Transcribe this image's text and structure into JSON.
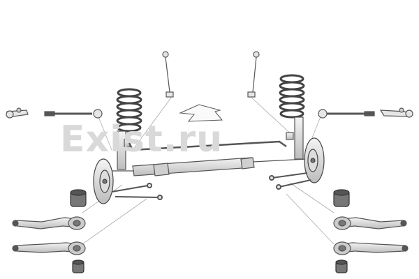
{
  "watermark": {
    "text": "Exist.ru"
  },
  "parts": {
    "left": [
      "stabilizer-link",
      "tie-rod-end",
      "inner-tie-rod",
      "coil-spring",
      "strut",
      "control-arm-bushing",
      "upper-control-arm",
      "lower-control-arm",
      "bushing"
    ],
    "right": [
      "stabilizer-link",
      "tie-rod-end",
      "inner-tie-rod",
      "coil-spring",
      "strut",
      "control-arm-bushing",
      "upper-control-arm",
      "lower-control-arm",
      "bushing"
    ]
  },
  "colors": {
    "line": "#555555",
    "fill": "#e6e6e6",
    "dark": "#333333",
    "watermark": "#d9d9d9",
    "leader": "#aaaaaa"
  },
  "icons": {
    "direction": "direction-arrow-icon"
  }
}
